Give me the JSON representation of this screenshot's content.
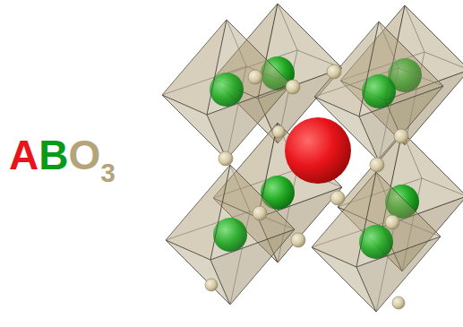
{
  "diagram": {
    "labels": [
      "A",
      "B",
      "O",
      "3"
    ]
  }
}
